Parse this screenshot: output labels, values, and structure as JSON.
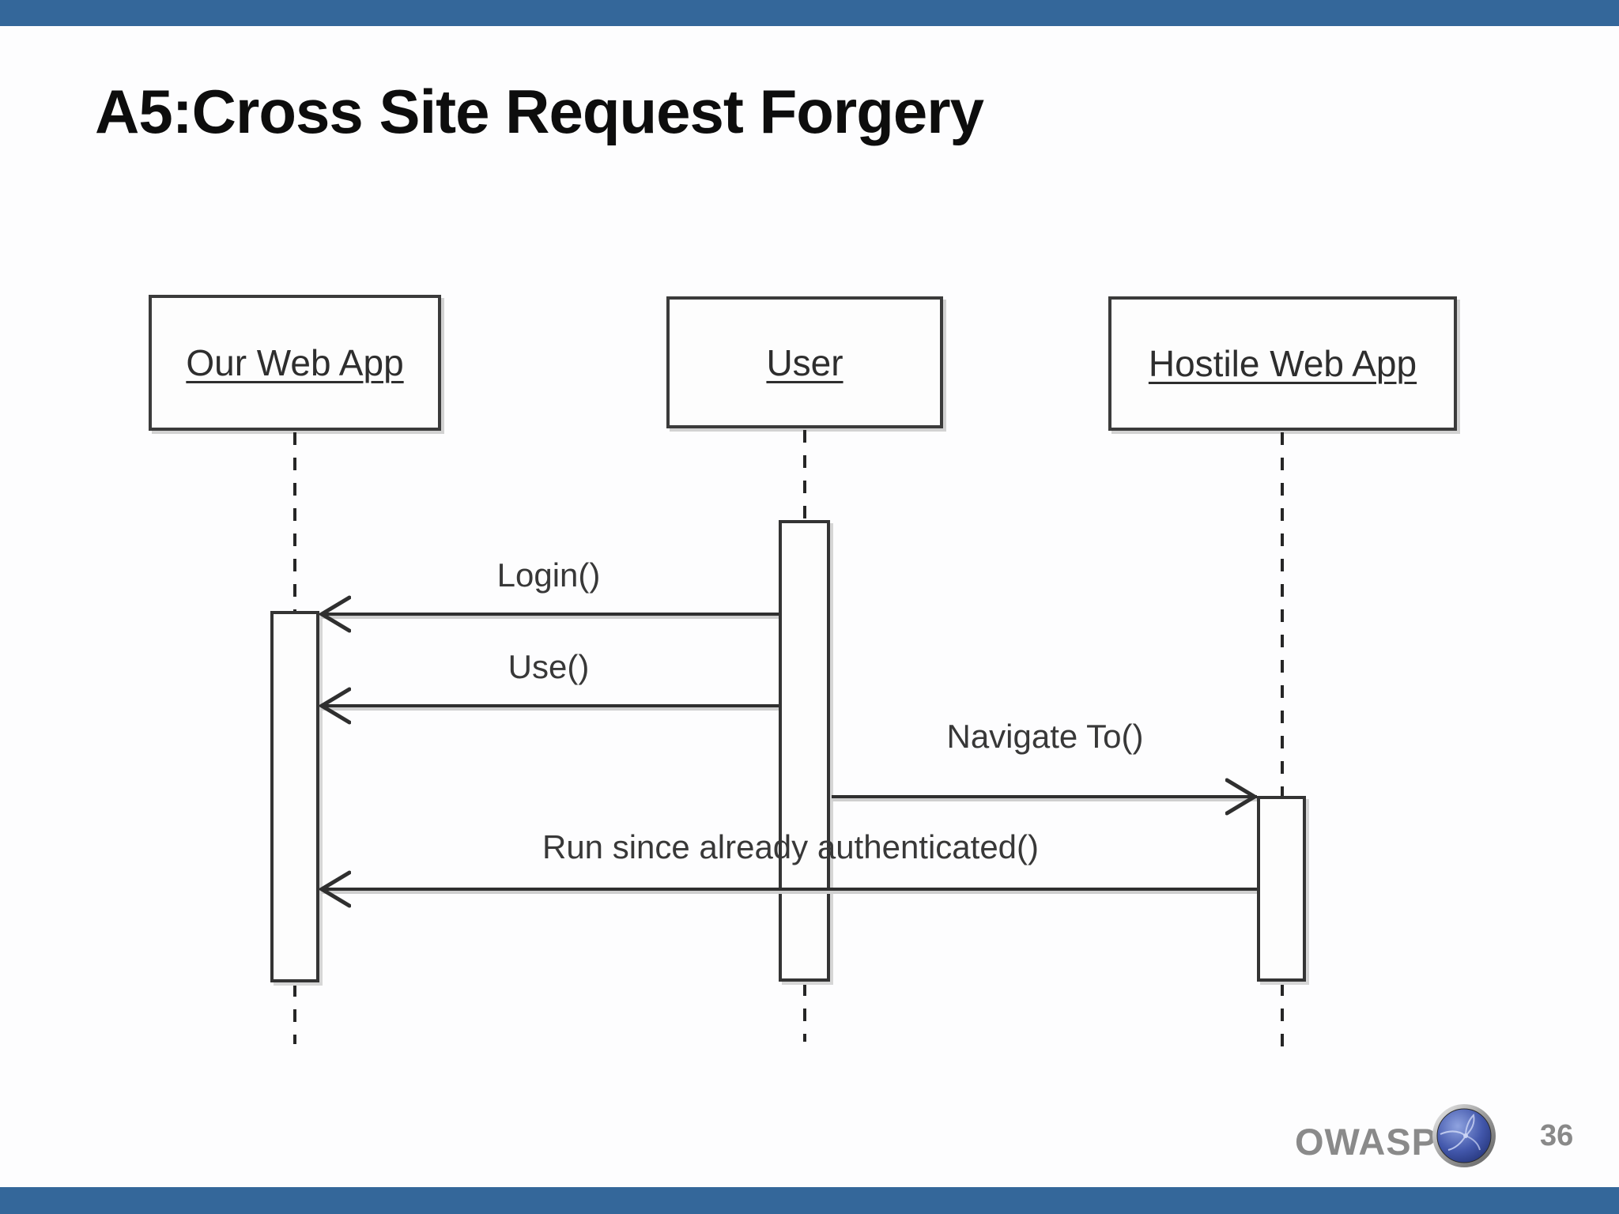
{
  "slide": {
    "title": "A5:Cross Site Request Forgery",
    "footer": {
      "brand": "OWASP",
      "page_number": "36"
    },
    "colors": {
      "accent_bar_blue": "#34679A",
      "diagram_line": "#2f2f2f",
      "shadow_gray": "#cfcfcf",
      "footer_text_gray": "#8a8a8a",
      "logo_blue": "#3a4fa0"
    }
  },
  "diagram": {
    "type": "uml-sequence",
    "actors": [
      {
        "id": "our-web-app",
        "label": "Our Web App"
      },
      {
        "id": "user",
        "label": "User"
      },
      {
        "id": "hostile-web-app",
        "label": "Hostile Web App"
      }
    ],
    "messages": [
      {
        "label": "Login()",
        "from": "user",
        "to": "our-web-app",
        "direction": "left"
      },
      {
        "label": "Use()",
        "from": "user",
        "to": "our-web-app",
        "direction": "left"
      },
      {
        "label": "Navigate To()",
        "from": "user",
        "to": "hostile-web-app",
        "direction": "right"
      },
      {
        "label": "Run since already authenticated()",
        "from": "hostile-web-app",
        "to": "our-web-app",
        "direction": "left"
      }
    ]
  }
}
